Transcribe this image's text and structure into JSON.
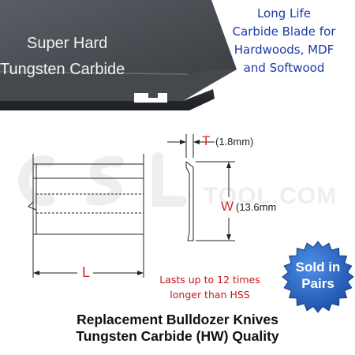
{
  "blade": {
    "line1": "Super Hard",
    "line2": "Tungsten Carbide"
  },
  "promo": {
    "line1": "Long Life",
    "line2": "Carbide Blade for",
    "line3": "Hardwoods, MDF",
    "line4": "and Softwood"
  },
  "dimensions": {
    "thickness_label": "T",
    "thickness_value": "(1.8mm)",
    "width_label": "W",
    "width_value": "(13.6mm",
    "length_label": "L"
  },
  "claim": {
    "line1": "Lasts up to 12 times",
    "line2": "longer than HSS"
  },
  "badge": {
    "line1": "Sold in",
    "line2": "Pairs"
  },
  "watermark": {
    "text": "TOOL.COM"
  },
  "footer": {
    "line1": "Replacement Bulldozer Knives",
    "line2": "Tungsten Carbide (HW) Quality"
  },
  "colors": {
    "blade_dark": "#3b3e43",
    "promo_blue": "#1b3aa8",
    "claim_red": "#c8161d",
    "badge_blue": "#1f5bb8"
  }
}
